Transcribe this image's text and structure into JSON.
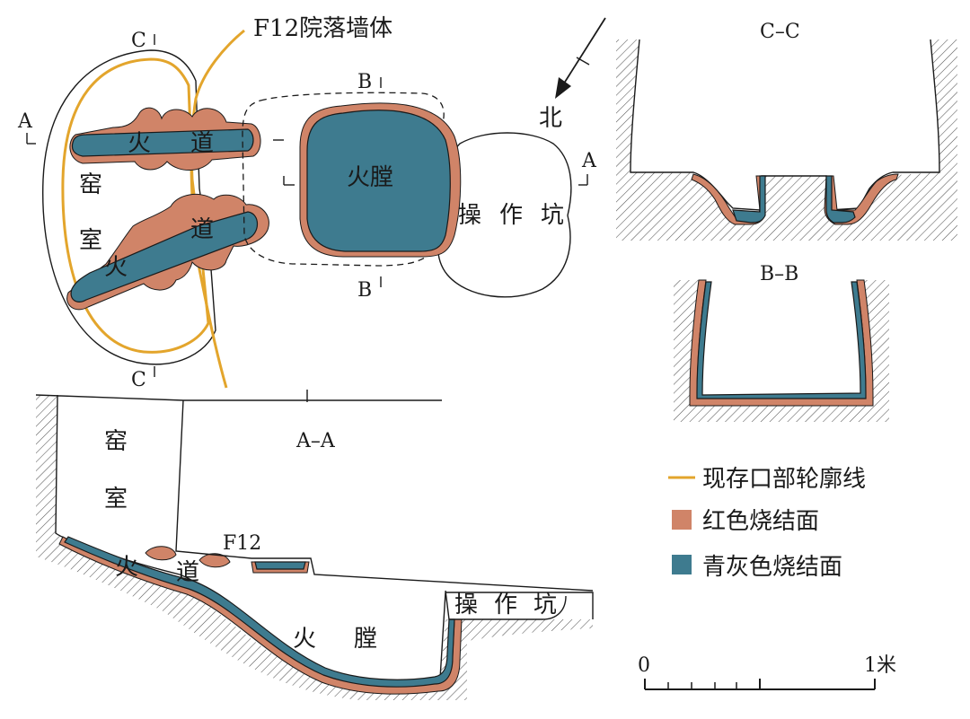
{
  "plan": {
    "courtyard_wall_label": "F12院落墙体",
    "section_marks": {
      "a": "A",
      "b": "B",
      "c": "C"
    },
    "north_label": "北",
    "kiln_chamber": [
      "窑",
      "室"
    ],
    "flue_top": [
      "火",
      "道"
    ],
    "flue_bottom": [
      "道",
      "火"
    ],
    "firebox": "火膛",
    "operating_pit": [
      "操",
      "作",
      "坑"
    ]
  },
  "section_cc": {
    "title": "C–C"
  },
  "section_bb": {
    "title": "B–B"
  },
  "section_aa": {
    "title": "A–A",
    "kiln_chamber": [
      "窑",
      "室"
    ],
    "flue": [
      "火",
      "道"
    ],
    "f12": "F12",
    "firebox": [
      "火",
      "膛"
    ],
    "operating_pit": [
      "操",
      "作",
      "坑"
    ]
  },
  "legend": {
    "items": [
      {
        "label": "现存口部轮廓线",
        "color": "#e3a52c",
        "kind": "line"
      },
      {
        "label": "红色烧结面",
        "color": "#d08468",
        "kind": "swatch"
      },
      {
        "label": "青灰色烧结面",
        "color": "#3e7b8f",
        "kind": "swatch"
      }
    ]
  },
  "scale": {
    "start": "0",
    "end": "1米"
  }
}
